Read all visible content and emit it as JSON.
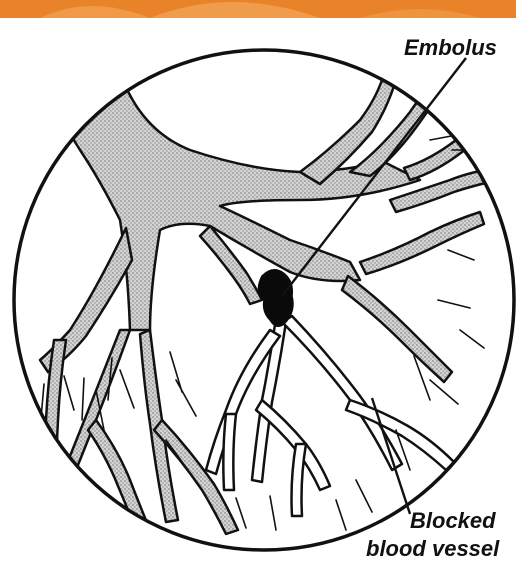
{
  "labels": {
    "embolus": "Embolus",
    "blocked_line1": "Blocked",
    "blocked_line2": "blood vessel"
  },
  "colors": {
    "banner": "#e8832a",
    "banner_light": "#f3a456",
    "ink": "#111111",
    "vessel_fill_pattern": "dotted-gray",
    "background": "#ffffff"
  },
  "icons": {
    "embolus_clot": "clot-shape"
  }
}
